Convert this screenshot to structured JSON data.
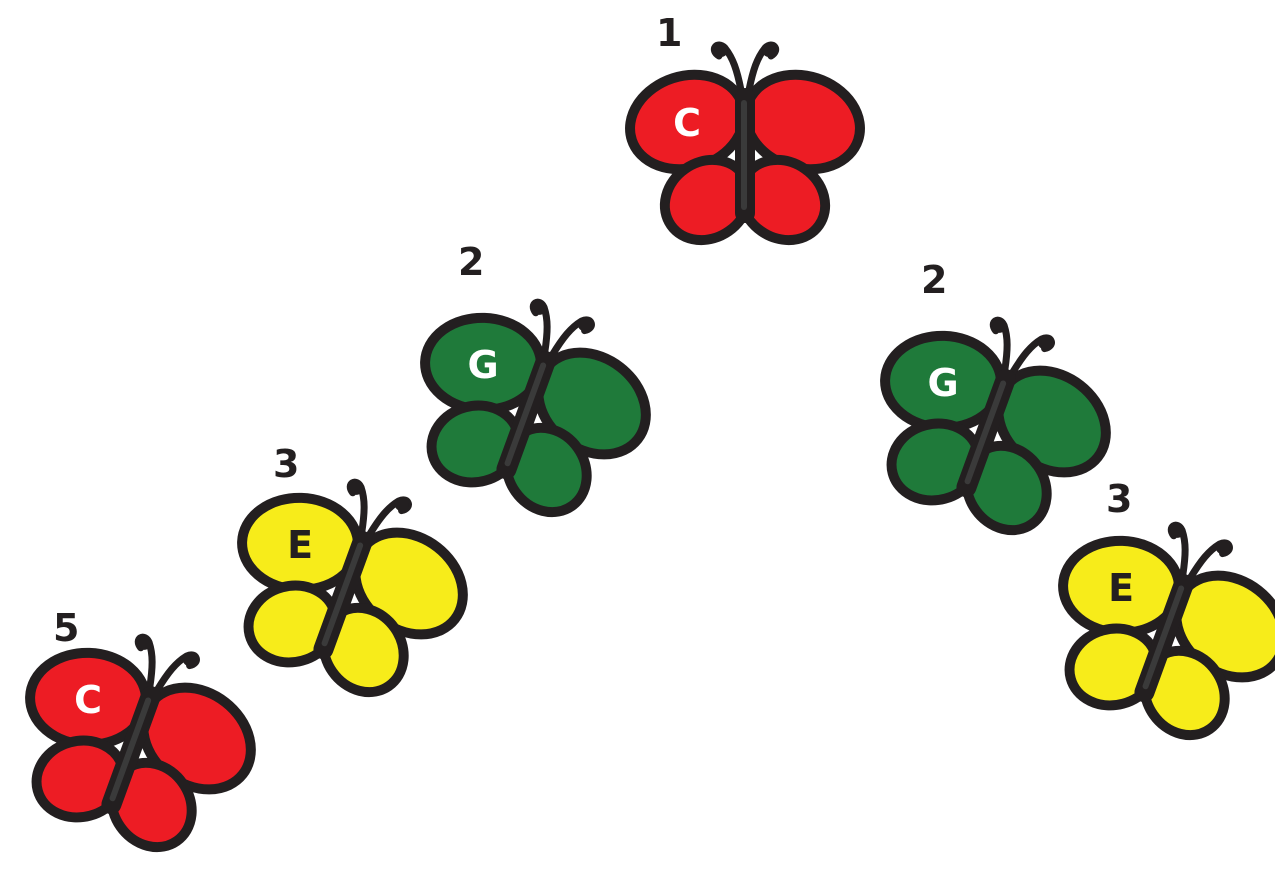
{
  "colors": {
    "red": "#ed1c24",
    "green": "#1f7a3a",
    "yellow": "#f7ec1a",
    "outline": "#231f20",
    "letter_light": "#ffffff",
    "letter_dark": "#231f20"
  },
  "butterflies": [
    {
      "id": "c-top",
      "number": "1",
      "note": "C",
      "color": "red",
      "letter_color": "letter_light"
    },
    {
      "id": "g-left",
      "number": "2",
      "note": "G",
      "color": "green",
      "letter_color": "letter_light"
    },
    {
      "id": "e-left",
      "number": "3",
      "note": "E",
      "color": "yellow",
      "letter_color": "letter_dark"
    },
    {
      "id": "c-bottom",
      "number": "5",
      "note": "C",
      "color": "red",
      "letter_color": "letter_light"
    },
    {
      "id": "g-right",
      "number": "2",
      "note": "G",
      "color": "green",
      "letter_color": "letter_light"
    },
    {
      "id": "e-right",
      "number": "3",
      "note": "E",
      "color": "yellow",
      "letter_color": "letter_dark"
    }
  ]
}
